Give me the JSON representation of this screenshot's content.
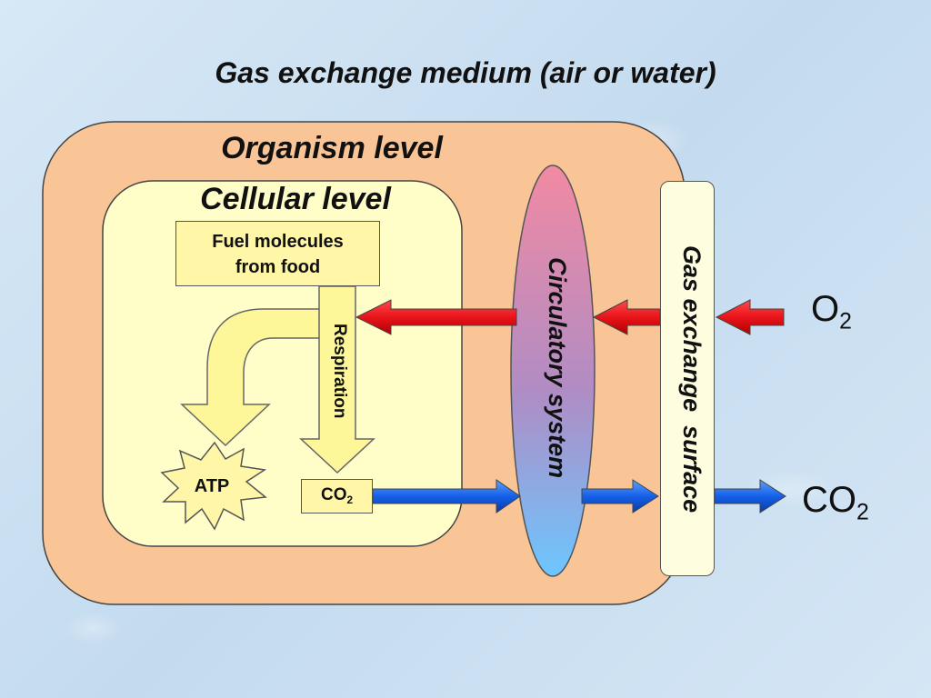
{
  "title": "Gas exchange medium (air or water)",
  "organism_label": "Organism level",
  "cellular_label": "Cellular level",
  "fuel_box": {
    "line1": "Fuel molecules",
    "line2": "from food"
  },
  "respiration_label": "Respiration",
  "atp_label": "ATP",
  "co2_inner": {
    "base": "CO",
    "sub": "2"
  },
  "circulatory_label": "Circulatory system",
  "surface_label": "Gas exchange  surface",
  "o2_outside": {
    "base": "O",
    "sub": "2"
  },
  "co2_outside": {
    "base": "CO",
    "sub": "2"
  },
  "colors": {
    "organism_fill": "#f9c496",
    "cell_fill": "#fffdc8",
    "fuel_fill": "#fff6a8",
    "yellow_arrow": "#fdf79a",
    "o2_arrow": "#e8141b",
    "co2_arrow": "#1560e8",
    "circulatory_top": "#f28aa2",
    "circulatory_bottom": "#6dc6ff"
  }
}
